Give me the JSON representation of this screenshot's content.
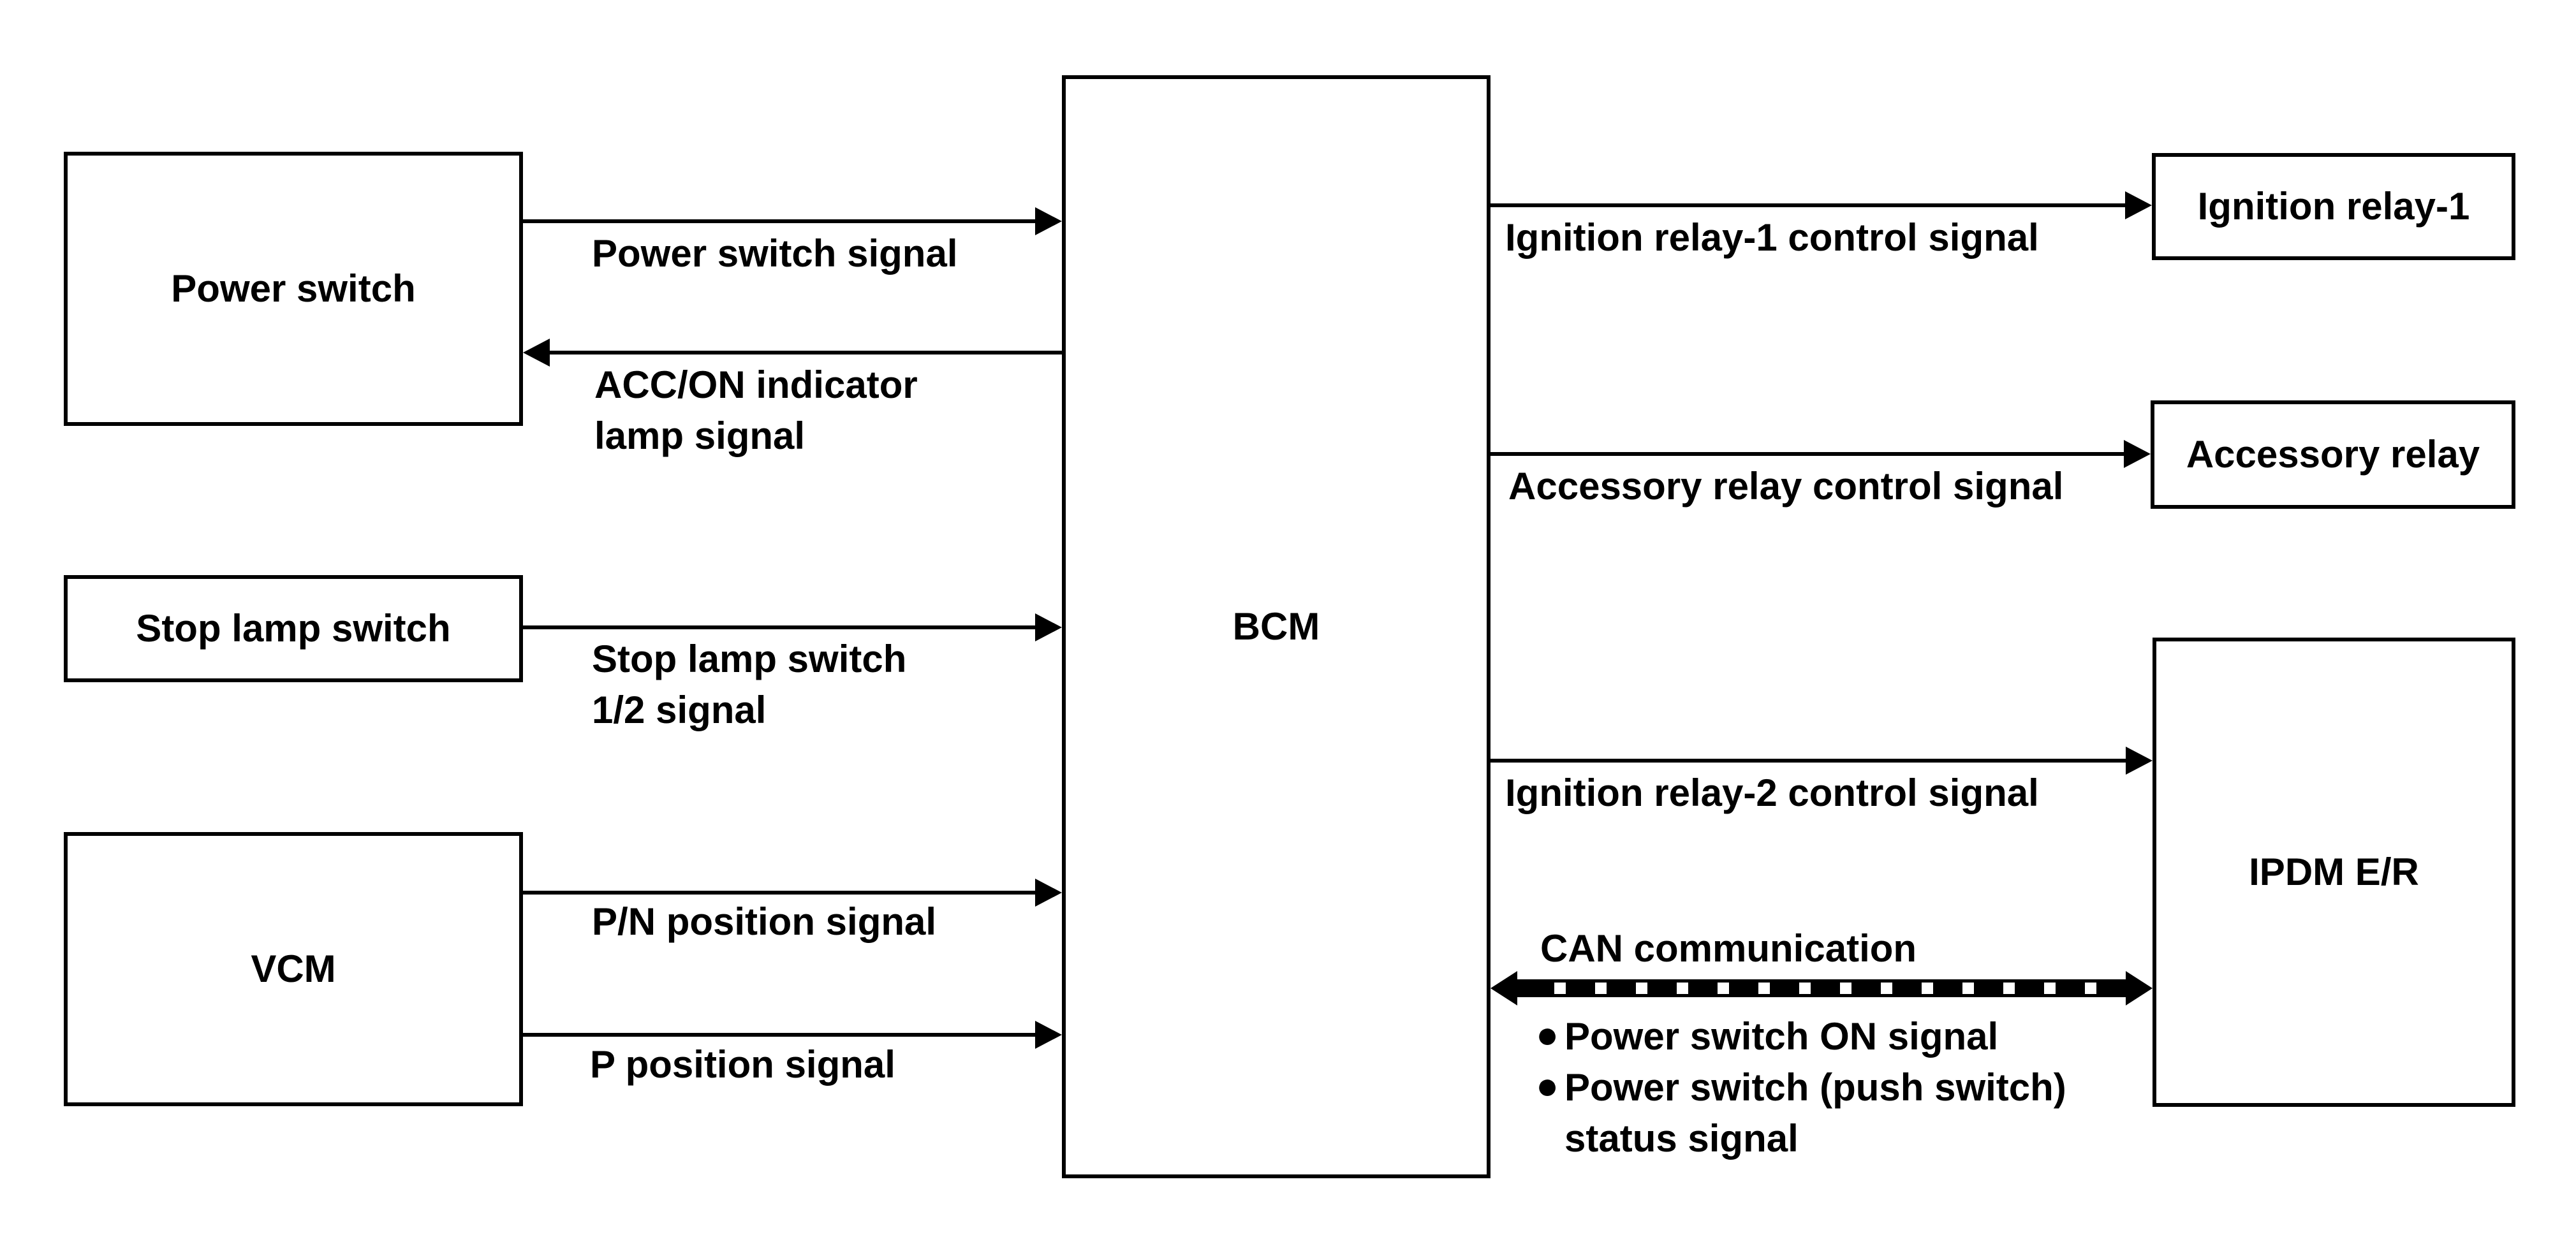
{
  "colors": {
    "ink": "#000000",
    "paper": "#ffffff"
  },
  "diagram": {
    "boxes": {
      "power_switch": "Power switch",
      "stop_lamp_switch": "Stop lamp switch",
      "vcm": "VCM",
      "bcm": "BCM",
      "ignition_relay_1": "Ignition relay-1",
      "accessory_relay": "Accessory relay",
      "ipdm_er": "IPDM E/R"
    },
    "signals": {
      "power_switch_signal": "Power switch signal",
      "acc_on_indicator": {
        "line1": "ACC/ON indicator",
        "line2": "lamp signal"
      },
      "stop_lamp_switch": {
        "line1": "Stop lamp switch",
        "line2": "1/2 signal"
      },
      "pn_position": "P/N position signal",
      "p_position": "P position signal",
      "ignition_relay_1_control": "Ignition relay-1 control signal",
      "accessory_relay_control": "Accessory relay control signal",
      "ignition_relay_2_control": "Ignition relay-2 control signal",
      "can_communication": "CAN communication",
      "can_items": {
        "bullet": "●",
        "item1": "Power switch ON signal",
        "item2_line1": "Power switch (push switch)",
        "item2_line2": "status signal"
      }
    }
  }
}
